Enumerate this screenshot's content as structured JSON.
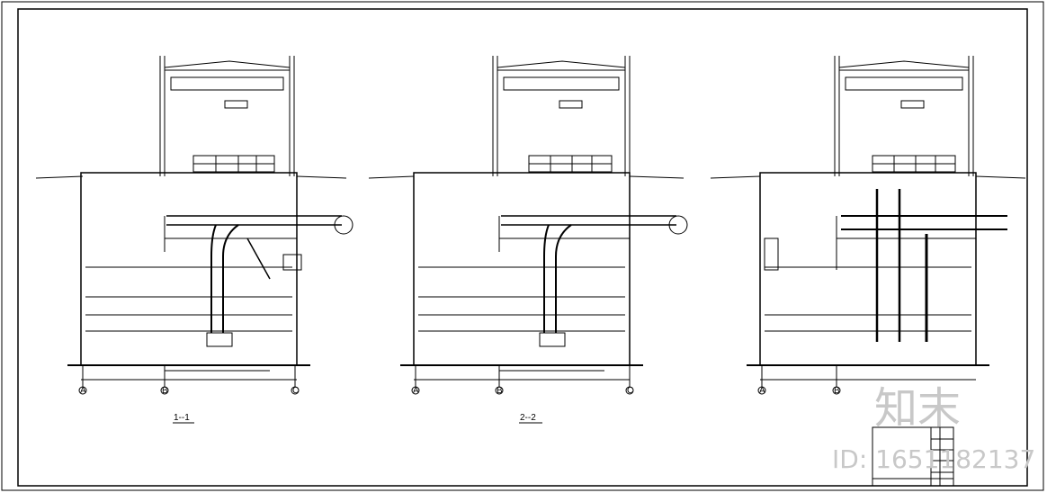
{
  "sections": [
    {
      "label": "1--1"
    },
    {
      "label": "2--2"
    },
    {
      "label": ""
    }
  ],
  "axis_markers": [
    "A",
    "B",
    "C"
  ],
  "watermark": {
    "brand": "知末",
    "id_text": "ID: 1651182137"
  }
}
